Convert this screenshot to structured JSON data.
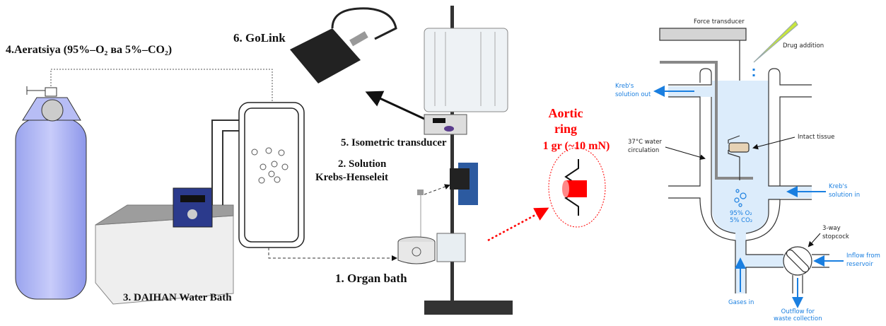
{
  "left": {
    "aeration_label": "4.Aeratsiya (95%–O₂ ва 5%–CO₂)",
    "golink_label": "6. GoLink",
    "transducer_label": "5. Isometric transducer",
    "solution_label_1": "2. Solution",
    "solution_label_2": "Krebs-Henseleit",
    "water_bath_label": "3. DAIHAN Water Bath",
    "organ_bath_label": "1. Organ bath",
    "aortic_line1": "Aortic",
    "aortic_line2": "ring",
    "aortic_line3": "1 gr (~10 mN)"
  },
  "right": {
    "force_transducer": "Force transducer",
    "drug_addition": "Drug addition",
    "krebs_out_1": "Kreb's",
    "krebs_out_2": "solution out",
    "water_circ_1": "37°C water",
    "water_circ_2": "circulation",
    "intact_tissue": "Intact tissue",
    "krebs_in_1": "Kreb's",
    "krebs_in_2": "solution in",
    "gas_1": "95% O₂",
    "gas_2": "5% CO₂",
    "stopcock_1": "3-way",
    "stopcock_2": "stopcock",
    "inflow_1": "Inflow from",
    "inflow_2": "reservoir",
    "gases_in": "Gases in",
    "outflow_1": "Outflow for",
    "outflow_2": "waste collection"
  },
  "colors": {
    "accent_red": "#ff0000",
    "accent_blue": "#1a7fe0",
    "fluid": "#dcecfb"
  }
}
